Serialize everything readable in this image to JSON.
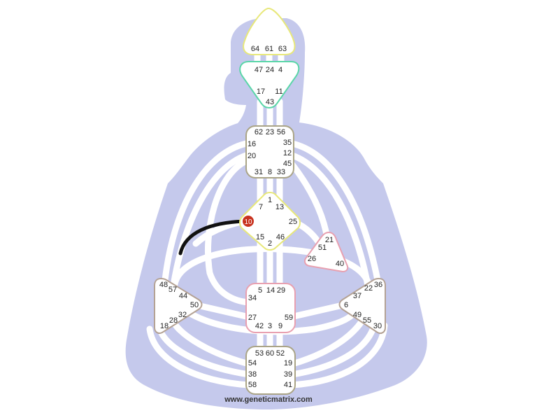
{
  "watermark": "www.geneticmatrix.com",
  "colors": {
    "body": "#c5c9ec",
    "channel": "#ffffff",
    "center_fill": "#ffffff",
    "head_border": "#e8e87a",
    "ajna_border": "#5ad6a8",
    "throat_border": "#aaa486",
    "g_border": "#e8e87a",
    "heart_border": "#e8a0b0",
    "sacral_border": "#e8a0b0",
    "spleen_border": "#b4a294",
    "solar_border": "#b4a294",
    "root_border": "#aaa486",
    "defined_channel": "#111111",
    "active_gate": "#c8321e"
  },
  "centers": {
    "head": {
      "gates": {
        "g64": "64",
        "g61": "61",
        "g63": "63"
      }
    },
    "ajna": {
      "gates": {
        "g47": "47",
        "g24": "24",
        "g4": "4",
        "g17": "17",
        "g11": "11",
        "g43": "43"
      }
    },
    "throat": {
      "gates": {
        "g62": "62",
        "g23": "23",
        "g56": "56",
        "g16": "16",
        "g35": "35",
        "g20": "20",
        "g12": "12",
        "g45": "45",
        "g31": "31",
        "g8": "8",
        "g33": "33"
      }
    },
    "g": {
      "gates": {
        "g1": "1",
        "g7": "7",
        "g13": "13",
        "g10": "10",
        "g25": "25",
        "g15": "15",
        "g46": "46",
        "g2": "2"
      }
    },
    "heart": {
      "gates": {
        "g21": "21",
        "g51": "51",
        "g26": "26",
        "g40": "40"
      }
    },
    "sacral": {
      "gates": {
        "g5": "5",
        "g14": "14",
        "g29": "29",
        "g34": "34",
        "g27": "27",
        "g59": "59",
        "g42": "42",
        "g3": "3",
        "g9": "9"
      }
    },
    "spleen": {
      "gates": {
        "g48": "48",
        "g57": "57",
        "g44": "44",
        "g50": "50",
        "g32": "32",
        "g28": "28",
        "g18": "18"
      }
    },
    "solar": {
      "gates": {
        "g36": "36",
        "g22": "22",
        "g37": "37",
        "g6": "6",
        "g49": "49",
        "g55": "55",
        "g30": "30"
      }
    },
    "root": {
      "gates": {
        "g53": "53",
        "g60": "60",
        "g52": "52",
        "g54": "54",
        "g19": "19",
        "g38": "38",
        "g39": "39",
        "g58": "58",
        "g41": "41"
      }
    }
  },
  "active_gates": [
    "10"
  ]
}
